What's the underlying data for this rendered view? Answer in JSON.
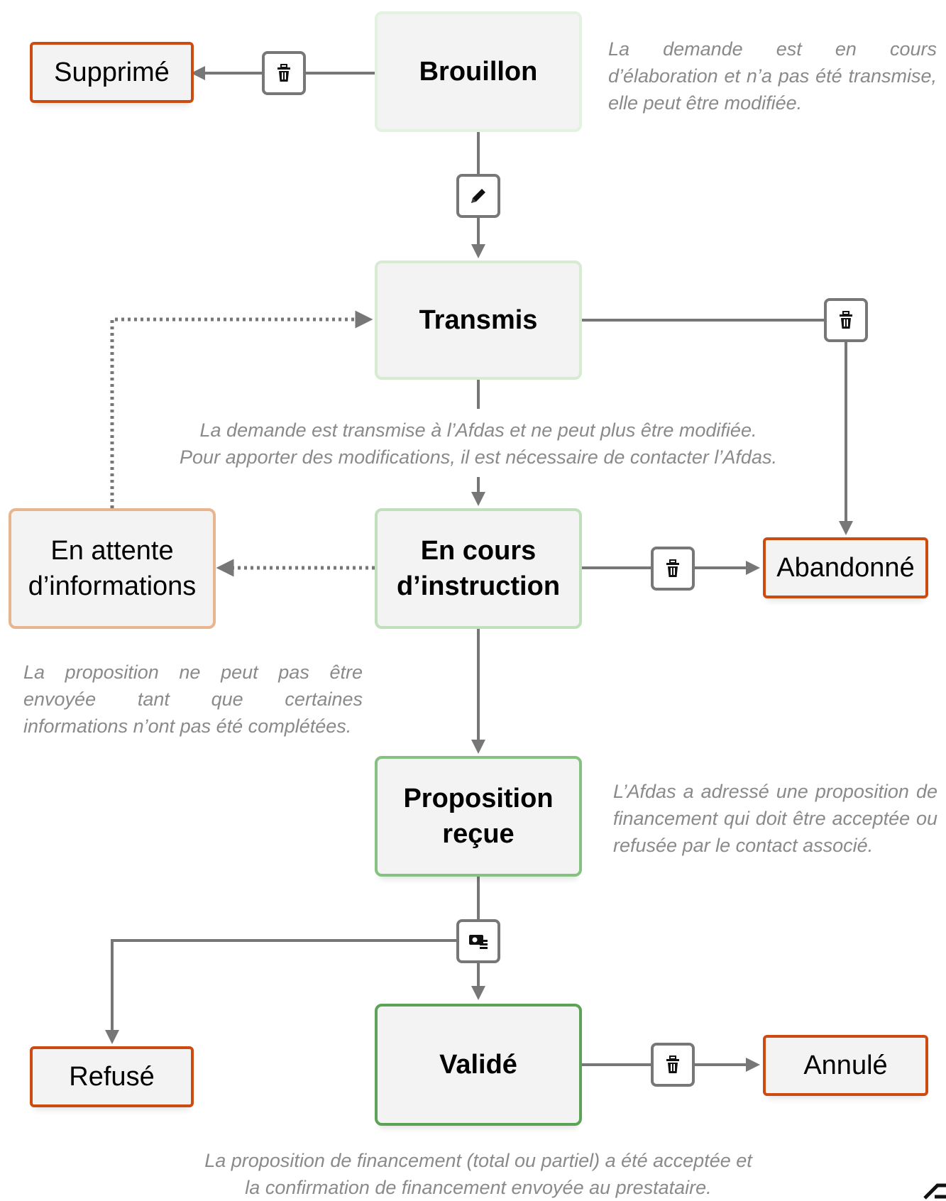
{
  "states": {
    "brouillon": "Brouillon",
    "supprime": "Supprimé",
    "transmis": "Transmis",
    "en_cours_instruction": "En cours\nd’instruction",
    "en_attente_informations": "En attente\nd’informations",
    "abandonne": "Abandonné",
    "proposition_recue": "Proposition\nreçue",
    "valide": "Validé",
    "refuse": "Refusé",
    "annule": "Annulé"
  },
  "notes": {
    "brouillon": "La demande est en cours d’élaboration et n’a pas été transmise, elle peut être modifiée.",
    "transmis_line1": "La demande est transmise à l’Afdas et ne peut plus être modifiée.",
    "transmis_line2": "Pour apporter des modifications, il est nécessaire de contacter l’Afdas.",
    "en_attente": "La proposition ne peut pas être envoyée tant que certaines informations n’ont pas été complétées.",
    "proposition": "L’Afdas a adressé une proposition de financement qui doit être acceptée ou refusée par le contact associé.",
    "valide_line1": "La proposition de financement (total ou partiel) a été acceptée et",
    "valide_line2": "la confirmation de financement envoyée au prestataire."
  },
  "icons": {
    "delete": "trash-icon",
    "edit": "pencil-icon",
    "proposal": "payment-list-icon"
  },
  "colors": {
    "terminal_border": "#cd4a10",
    "waiting_border": "#e9b58e",
    "connector": "#777777",
    "note_text": "#8a8a8a",
    "box_fill": "#f3f3f3"
  }
}
